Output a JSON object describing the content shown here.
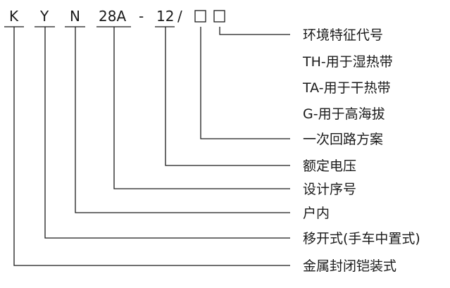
{
  "code_parts": {
    "k": "K",
    "y": "Y",
    "n": "N",
    "series": "28A",
    "dash": "-",
    "voltage": "12",
    "slash": "/"
  },
  "descriptions": {
    "environment": "环境特征代号",
    "env_th": "TH-用于湿热带",
    "env_ta": "TA-用于干热带",
    "env_g": "G-用于高海拔",
    "scheme": "一次回路方案",
    "voltage": "额定电压",
    "design_no": "设计序号",
    "indoor": "户内",
    "withdrawable": "移开式(手车中置式)",
    "metal_enclosed": "金属封闭铠装式"
  }
}
